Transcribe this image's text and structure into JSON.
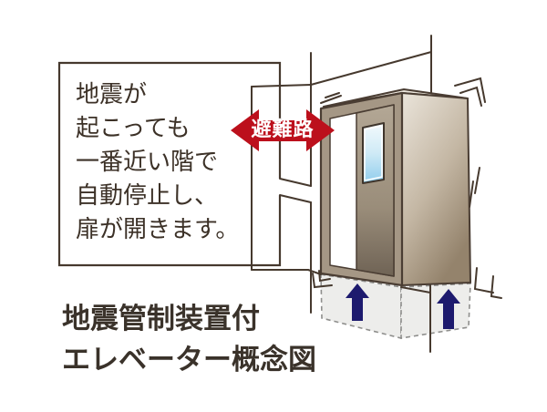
{
  "info_box": {
    "lines": [
      "地震が",
      "起こっても",
      "一番近い階で",
      "自動停止し、",
      "扉が開きます。"
    ]
  },
  "evacuation_arrow": {
    "label": "避難路",
    "color": "#bc101c"
  },
  "caption": {
    "lines": [
      "地震管制装置付",
      "エレベーター概念図"
    ]
  },
  "colors": {
    "outline": "#46392e",
    "body_text": "#3c3127",
    "caption_text": "#3a322a",
    "up_arrow_navy": "#1d1a6e",
    "car_frame_taupe": "#a59785",
    "car_side_light": "#eae4da",
    "car_side_dark": "#94836c",
    "door_light": "#b3a795",
    "door_dark": "#6f6355",
    "window_light": "#f3fafd",
    "window_blue": "#8fccec",
    "ghost_fill": "#ededeb",
    "ghost_dash": "#8e8e8c"
  }
}
